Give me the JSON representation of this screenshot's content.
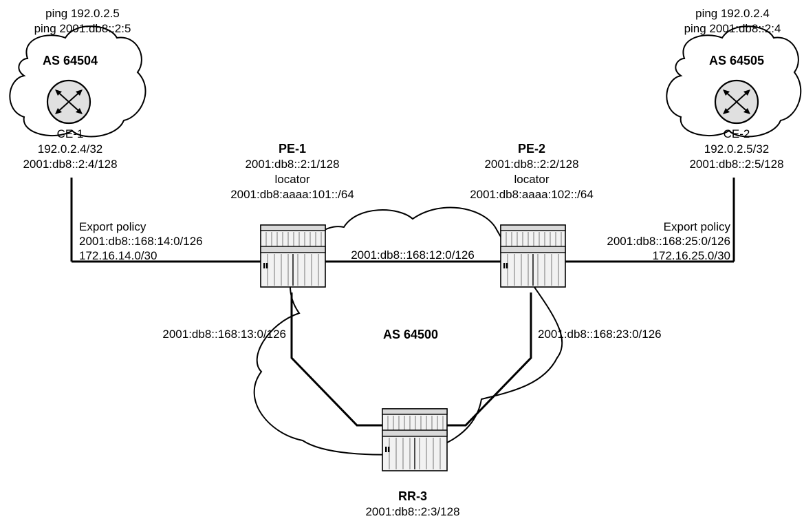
{
  "as_clouds": {
    "ce1_as": "AS 64504",
    "ce2_as": "AS 64505",
    "core_as": "AS 64500"
  },
  "ce1": {
    "ping1": "ping 192.0.2.5",
    "ping2": "ping 2001:db8::2:5",
    "name": "CE-1",
    "ipv4": "192.0.2.4/32",
    "ipv6": "2001:db8::2:4/128",
    "icon": "router-icon"
  },
  "ce2": {
    "ping1": "ping 192.0.2.4",
    "ping2": "ping 2001:db8::2:4",
    "name": "CE-2",
    "ipv4": "192.0.2.5/32",
    "ipv6": "2001:db8::2:5/128",
    "icon": "router-icon"
  },
  "pe1": {
    "name": "PE-1",
    "system": "2001:db8::2:1/128",
    "locator_label": "locator",
    "locator": "2001:db8:aaaa:101::/64"
  },
  "pe2": {
    "name": "PE-2",
    "system": "2001:db8::2:2/128",
    "locator_label": "locator",
    "locator": "2001:db8:aaaa:102::/64"
  },
  "rr3": {
    "name": "RR-3",
    "system": "2001:db8::2:3/128"
  },
  "links": {
    "ce1_pe1": {
      "policy": "Export policy",
      "ipv6": "2001:db8::168:14:0/126",
      "ipv4": "172.16.14.0/30"
    },
    "ce2_pe2": {
      "policy": "Export policy",
      "ipv6": "2001:db8::168:25:0/126",
      "ipv4": "172.16.25.0/30"
    },
    "pe1_pe2": "2001:db8::168:12:0/126",
    "pe1_rr3": "2001:db8::168:13:0/126",
    "pe2_rr3": "2001:db8::168:23:0/126"
  }
}
